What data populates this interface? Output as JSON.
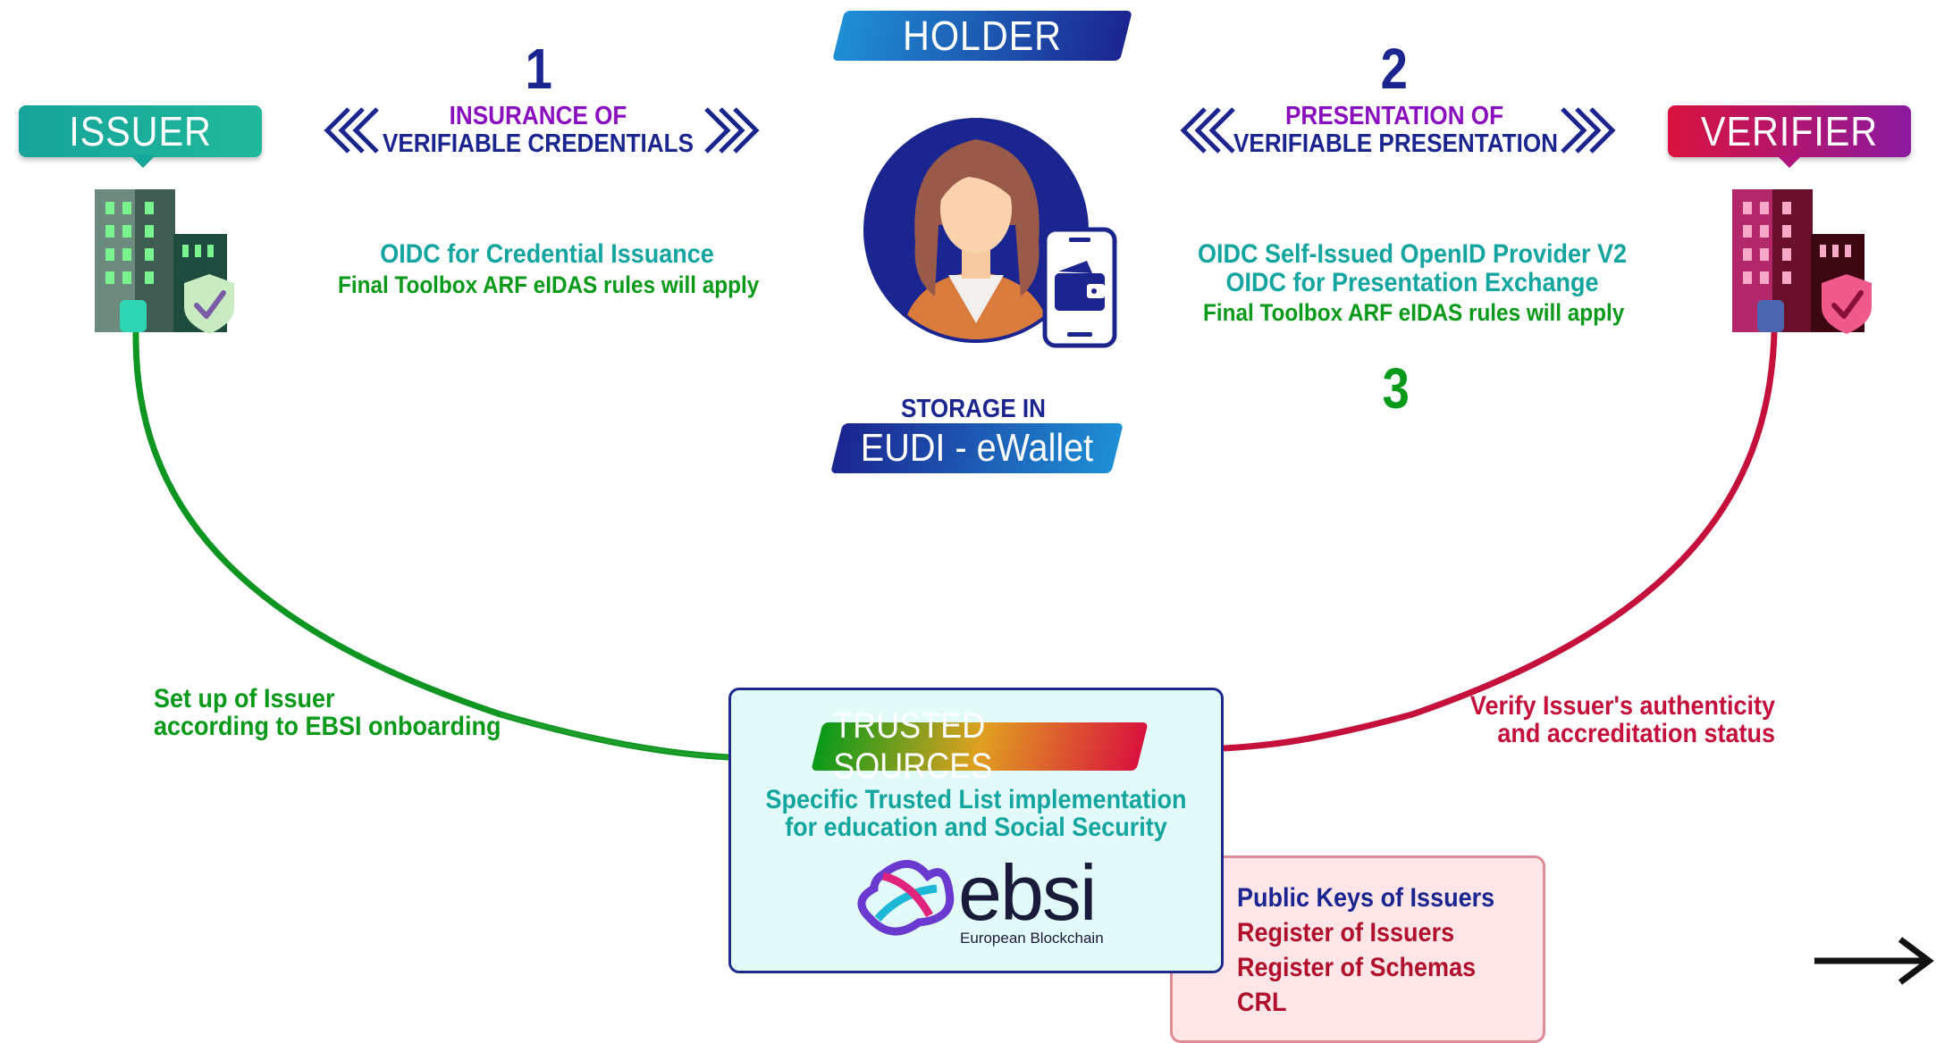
{
  "holder": {
    "label": "HOLDER"
  },
  "issuer": {
    "label": "ISSUER"
  },
  "verifier": {
    "label": "VERIFIER"
  },
  "step1": {
    "number": "1",
    "title_line1": "INSURANCE OF",
    "title_line2": "VERIFIABLE CREDENTIALS",
    "protocol": "OIDC for Credential Issuance",
    "rule": "Final Toolbox ARF eIDAS rules will apply"
  },
  "step2": {
    "number": "2",
    "title_line1": "PRESENTATION OF",
    "title_line2": "VERIFIABLE PRESENTATION",
    "protocol_line1": "OIDC Self-Issued OpenID Provider V2",
    "protocol_line2": "OIDC for Presentation Exchange",
    "rule": "Final Toolbox ARF eIDAS rules will apply"
  },
  "step3": {
    "number": "3"
  },
  "storage": {
    "caption": "STORAGE IN",
    "label": "EUDI - eWallet"
  },
  "issuer_setup": {
    "line1": "Set up of Issuer",
    "line2": "according to EBSI onboarding"
  },
  "verify": {
    "line1": "Verify Issuer's authenticity",
    "line2": "and accreditation status"
  },
  "trusted": {
    "label": "TRUSTED SOURCES",
    "line1": "Specific Trusted List implementation",
    "line2": "for education and Social Security",
    "logo_text": "ebsi",
    "logo_sub": "European Blockchain"
  },
  "registry": {
    "items": [
      "Public Keys of Issuers",
      "Register of Issuers",
      "Register of Schemas",
      "CRL"
    ]
  },
  "colors": {
    "navy": "#1b2590",
    "purple": "#8a0fbf",
    "teal": "#14a5a0",
    "green": "#0a9a1a",
    "crimson": "#c4103a",
    "issuer_teal": "#1aa79f",
    "verifier_red": "#d9123d"
  },
  "icons": [
    "issuer-building-icon",
    "verifier-building-icon",
    "holder-avatar-icon",
    "wallet-phone-icon",
    "chevron-left-icon",
    "chevron-right-icon",
    "arrow-right-icon",
    "ebsi-logo-icon"
  ]
}
